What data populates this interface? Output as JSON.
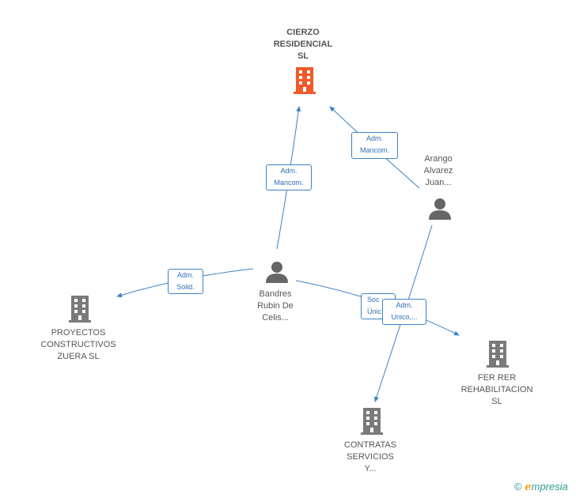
{
  "nodes": {
    "cierzo": {
      "lines": [
        "CIERZO",
        "RESIDENCIAL",
        "SL"
      ],
      "kind": "company-highlight"
    },
    "arango": {
      "lines": [
        "Arango",
        "Alvarez",
        "Juan..."
      ],
      "kind": "person"
    },
    "bandres": {
      "lines": [
        "Bandres",
        "Rubin De",
        "Celis..."
      ],
      "kind": "person"
    },
    "proyectos": {
      "lines": [
        "PROYECTOS",
        "CONSTRUCTIVOS",
        "ZUERA  SL"
      ],
      "kind": "company"
    },
    "ferrer": {
      "lines": [
        "FER RER",
        "REHABILITACION",
        "SL"
      ],
      "kind": "company"
    },
    "contratas": {
      "lines": [
        "CONTRATAS",
        "SERVICIOS",
        "Y..."
      ],
      "kind": "company"
    }
  },
  "edges": {
    "bandres_cierzo": [
      "Adm.",
      "Mancom."
    ],
    "arango_cierzo": [
      "Adm.",
      "Mancom."
    ],
    "bandres_proyectos": [
      "Adm.",
      "Solid."
    ],
    "bandres_ferrer": [
      "Soc",
      "Únic"
    ],
    "arango_contratas": [
      "Adm.",
      "Unico,..."
    ]
  },
  "colors": {
    "edge": "#3b82c4",
    "company_icon": "#7a7a7a",
    "highlight_icon": "#f05a28",
    "person_icon": "#666666"
  },
  "brand": {
    "copyright": "©",
    "initial": "e",
    "name": "mpresia"
  }
}
